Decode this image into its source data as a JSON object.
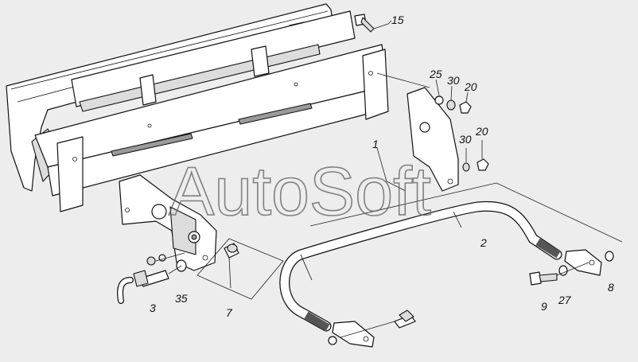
{
  "watermark": "AutoSoft",
  "callouts": {
    "c1": "1",
    "c2": "2",
    "c3": "3",
    "c7": "7",
    "c8": "8",
    "c9": "9",
    "c15": "15",
    "c20a": "20",
    "c20b": "20",
    "c25": "25",
    "c27": "27",
    "c30a": "30",
    "c30b": "30",
    "c35": "35"
  }
}
